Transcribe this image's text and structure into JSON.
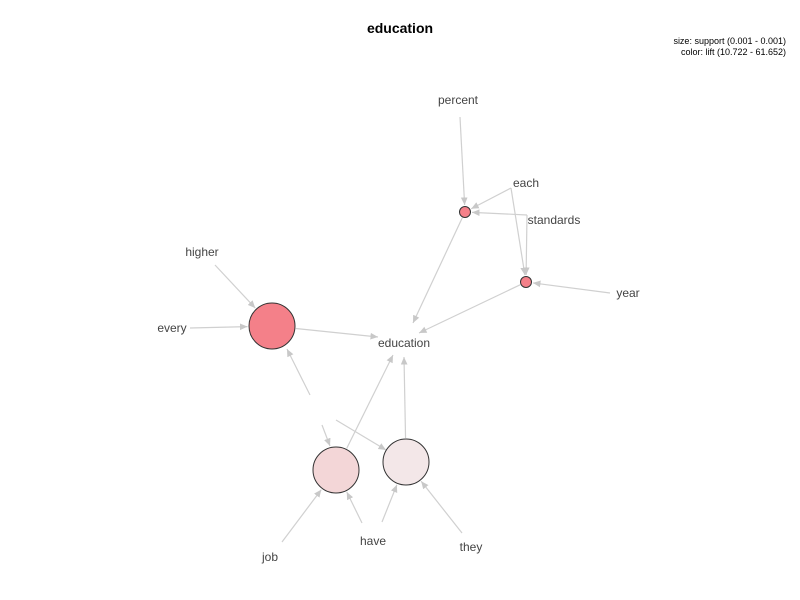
{
  "title": "education",
  "legend": {
    "size": "size: support (0.001 - 0.001)",
    "color": "color: lift (10.722 - 61.652)"
  },
  "colors": {
    "edge": "#d0d0d0",
    "rule_stroke": "#333333",
    "label": "#444444",
    "lift_low": "#f5eeee",
    "lift_high": "#f48089"
  },
  "items": [
    {
      "id": "percent",
      "label": "percent"
    },
    {
      "id": "each",
      "label": "each"
    },
    {
      "id": "standards",
      "label": "standards"
    },
    {
      "id": "higher",
      "label": "higher"
    },
    {
      "id": "year",
      "label": "year"
    },
    {
      "id": "every",
      "label": "every"
    },
    {
      "id": "education",
      "label": "education"
    },
    {
      "id": "job",
      "label": "job"
    },
    {
      "id": "have",
      "label": "have"
    },
    {
      "id": "they",
      "label": "they"
    }
  ],
  "rules": [
    {
      "id": "rule-1",
      "lhs": [
        "percent",
        "each",
        "standards"
      ],
      "rhs": "education",
      "size": "small",
      "color": "#f48089"
    },
    {
      "id": "rule-2",
      "lhs": [
        "each",
        "standards",
        "year"
      ],
      "rhs": "education",
      "size": "small",
      "color": "#f48089"
    },
    {
      "id": "rule-3",
      "lhs": [
        "higher",
        "every"
      ],
      "rhs": "education",
      "size": "large",
      "color": "#f48089"
    },
    {
      "id": "rule-4",
      "lhs": [
        "job",
        "have"
      ],
      "rhs": "education",
      "size": "large",
      "color": "#f3d6d7"
    },
    {
      "id": "rule-5",
      "lhs": [
        "have",
        "they"
      ],
      "rhs": "education",
      "size": "large",
      "color": "#f3e7e8"
    }
  ]
}
